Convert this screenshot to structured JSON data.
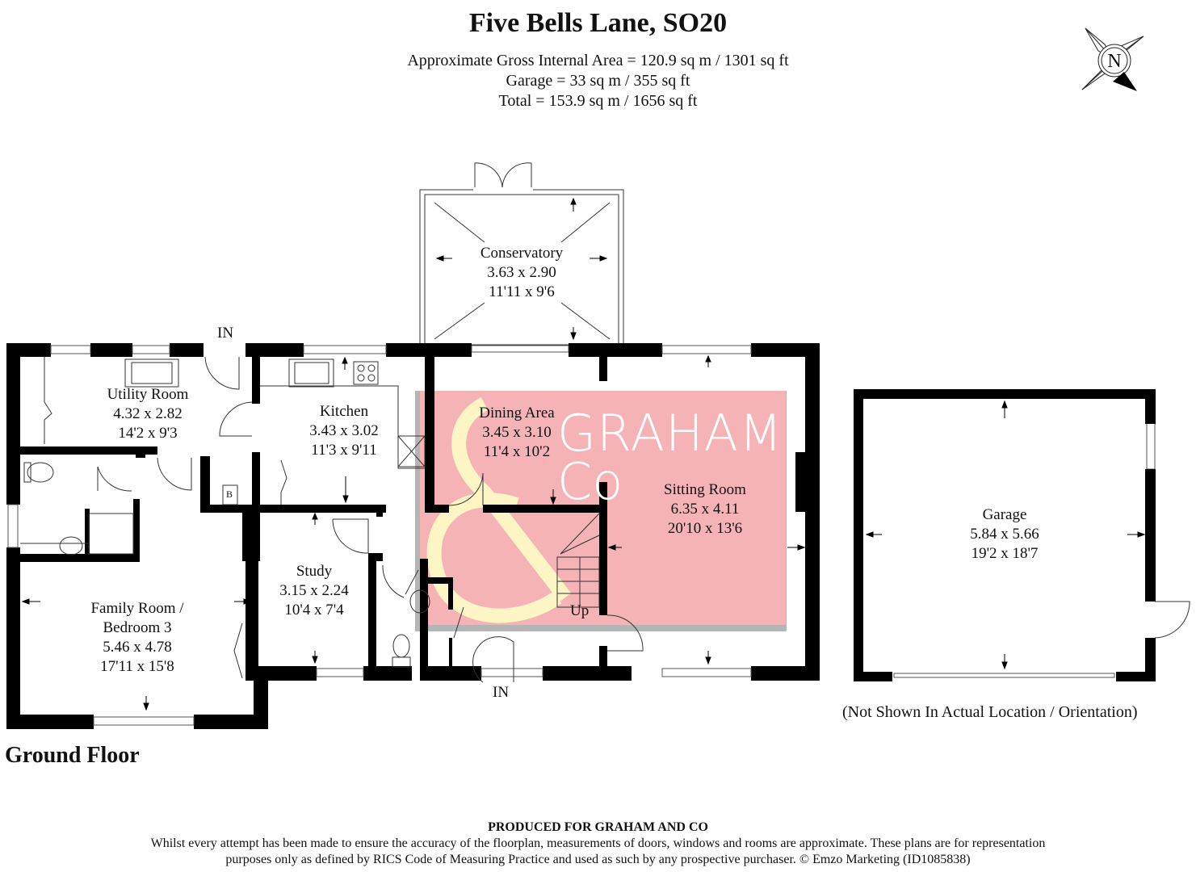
{
  "header": {
    "title": "Five Bells Lane, SO20",
    "area_lines": [
      "Approximate Gross Internal Area = 120.9 sq m / 1301 sq ft",
      "Garage = 33 sq m / 355 sq ft",
      "Total = 153.9 sq m / 1656 sq ft"
    ]
  },
  "compass": {
    "label": "N",
    "icon": "compass-rose-icon"
  },
  "floor": {
    "label": "Ground Floor"
  },
  "rooms": [
    {
      "id": "conservatory",
      "name": "Conservatory",
      "metric": "3.63 x 2.90",
      "imperial": "11'11 x 9'6"
    },
    {
      "id": "utility",
      "name": "Utility Room",
      "metric": "4.32 x 2.82",
      "imperial": "14'2 x 9'3"
    },
    {
      "id": "kitchen",
      "name": "Kitchen",
      "metric": "3.43 x 3.02",
      "imperial": "11'3 x 9'11"
    },
    {
      "id": "dining",
      "name": "Dining Area",
      "metric": "3.45 x 3.10",
      "imperial": "11'4 x 10'2"
    },
    {
      "id": "sitting",
      "name": "Sitting Room",
      "metric": "6.35 x 4.11",
      "imperial": "20'10 x 13'6"
    },
    {
      "id": "study",
      "name": "Study",
      "metric": "3.15 x 2.24",
      "imperial": "10'4 x 7'4"
    },
    {
      "id": "family",
      "name": "Family Room /",
      "name2": "Bedroom 3",
      "metric": "5.46 x 4.78",
      "imperial": "17'11 x 15'8"
    },
    {
      "id": "garage",
      "name": "Garage",
      "metric": "5.84 x 5.66",
      "imperial": "19'2 x 18'7"
    }
  ],
  "markers": {
    "entrance_top": "IN",
    "entrance_bottom": "IN",
    "stairs": "Up",
    "boiler": "B"
  },
  "garage_note": "(Not Shown In Actual Location / Orientation)",
  "watermark": {
    "line1": "GRAHAM",
    "line2": "Co",
    "bg_color": "#f5b3b6",
    "ampersand_color": "#fdf6c4",
    "shadow_color": "#b5b5b5"
  },
  "footer": {
    "produced_for": "PRODUCED FOR GRAHAM AND CO",
    "disclaimer_1": "Whilst every attempt has been made to ensure the accuracy of the floorplan, measurements of doors, windows and rooms are approximate. These plans are for representation",
    "disclaimer_2": "purposes only as defined by RICS Code of Measuring Practice and used as such by any prospective purchaser. © Emzo Marketing (ID1085838)"
  }
}
